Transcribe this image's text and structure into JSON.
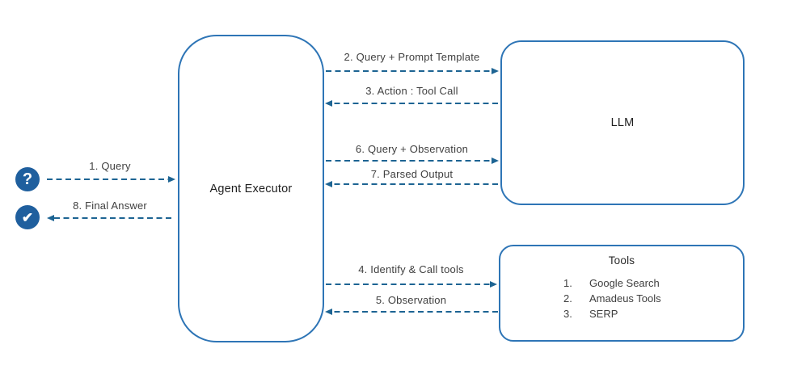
{
  "nodes": {
    "agent_executor": "Agent Executor",
    "llm": "LLM",
    "tools_title": "Tools",
    "tools_items": [
      {
        "num": "1.",
        "label": "Google Search"
      },
      {
        "num": "2.",
        "label": "Amadeus Tools"
      },
      {
        "num": "3.",
        "label": "SERP"
      }
    ]
  },
  "arrows": [
    {
      "label": "1. Query",
      "from": "user-query",
      "to": "agent-executor"
    },
    {
      "label": "2. Query + Prompt Template",
      "from": "agent-executor",
      "to": "llm"
    },
    {
      "label": "3. Action : Tool Call",
      "from": "llm",
      "to": "agent-executor"
    },
    {
      "label": "4. Identify & Call tools",
      "from": "agent-executor",
      "to": "tools"
    },
    {
      "label": "5. Observation",
      "from": "tools",
      "to": "agent-executor"
    },
    {
      "label": "6. Query + Observation",
      "from": "agent-executor",
      "to": "llm"
    },
    {
      "label": "7. Parsed Output",
      "from": "llm",
      "to": "agent-executor"
    },
    {
      "label": "8. Final Answer",
      "from": "agent-executor",
      "to": "final-answer"
    }
  ],
  "icons": {
    "question": "?",
    "check": "✔"
  },
  "colors": {
    "box_border": "#2E75B6",
    "arrow": "#1D6493",
    "icon_fill": "#1F5F9E",
    "label_text": "#3F3F3F"
  }
}
